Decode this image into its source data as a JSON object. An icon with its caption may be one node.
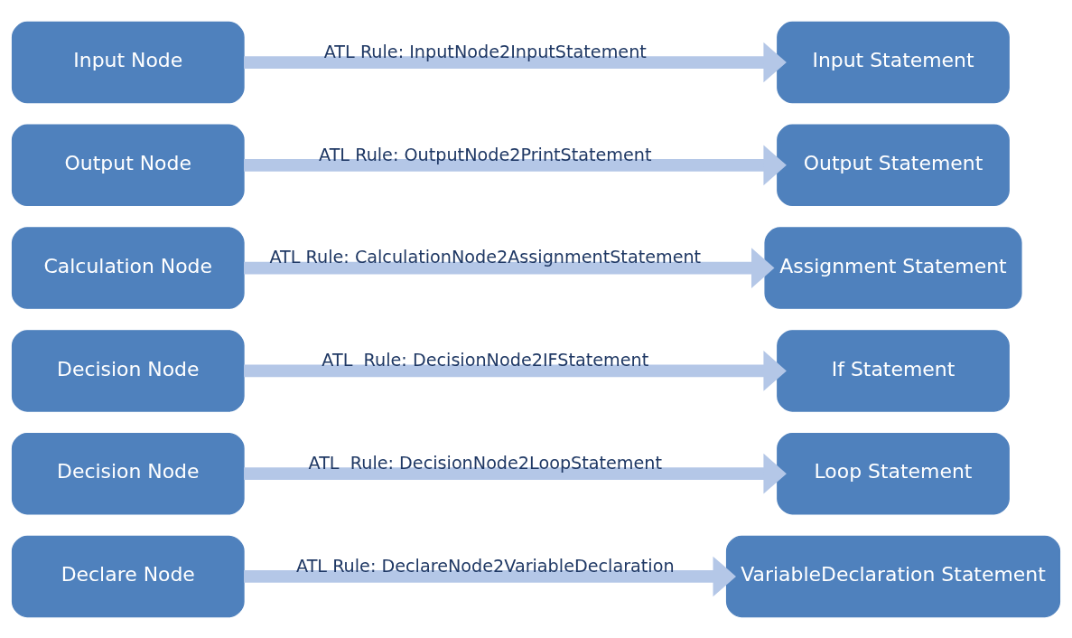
{
  "diagram": {
    "nodes": [
      {
        "text": [
          "Input Node"
        ]
      },
      {
        "text": [
          "Input Statement"
        ]
      },
      {
        "text": [
          "Output Node"
        ]
      },
      {
        "text": [
          "Output Statement"
        ]
      },
      {
        "text": [
          "Calculation Node"
        ]
      },
      {
        "text": [
          "Assignment Statement"
        ]
      },
      {
        "text": [
          "Decision Node"
        ]
      },
      {
        "text": [
          "If Statement"
        ]
      },
      {
        "text": [
          "Decision Node"
        ]
      },
      {
        "text": [
          "Loop Statement"
        ]
      },
      {
        "text": [
          "Declare Node"
        ]
      },
      {
        "text": [
          "VariableDeclaration Statement"
        ]
      }
    ],
    "edges": [
      {
        "from": 0,
        "to": 1,
        "arrow": "to",
        "label": "ATL Rule: InputNode2InputStatement"
      },
      {
        "from": 2,
        "to": 3,
        "arrow": "to",
        "label": "ATL Rule: OutputNode2PrintStatement"
      },
      {
        "from": 4,
        "to": 5,
        "arrow": "to",
        "label": "ATL Rule: CalculationNode2AssignmentStatement"
      },
      {
        "from": 6,
        "to": 7,
        "arrow": "to",
        "label": "ATL  Rule: DecisionNode2IFStatement"
      },
      {
        "from": 8,
        "to": 9,
        "arrow": "to",
        "label": "ATL  Rule: DecisionNode2LoopStatement"
      },
      {
        "from": 10,
        "to": 11,
        "arrow": "to",
        "label": "ATL Rule: DeclareNode2VariableDeclaration"
      }
    ]
  }
}
